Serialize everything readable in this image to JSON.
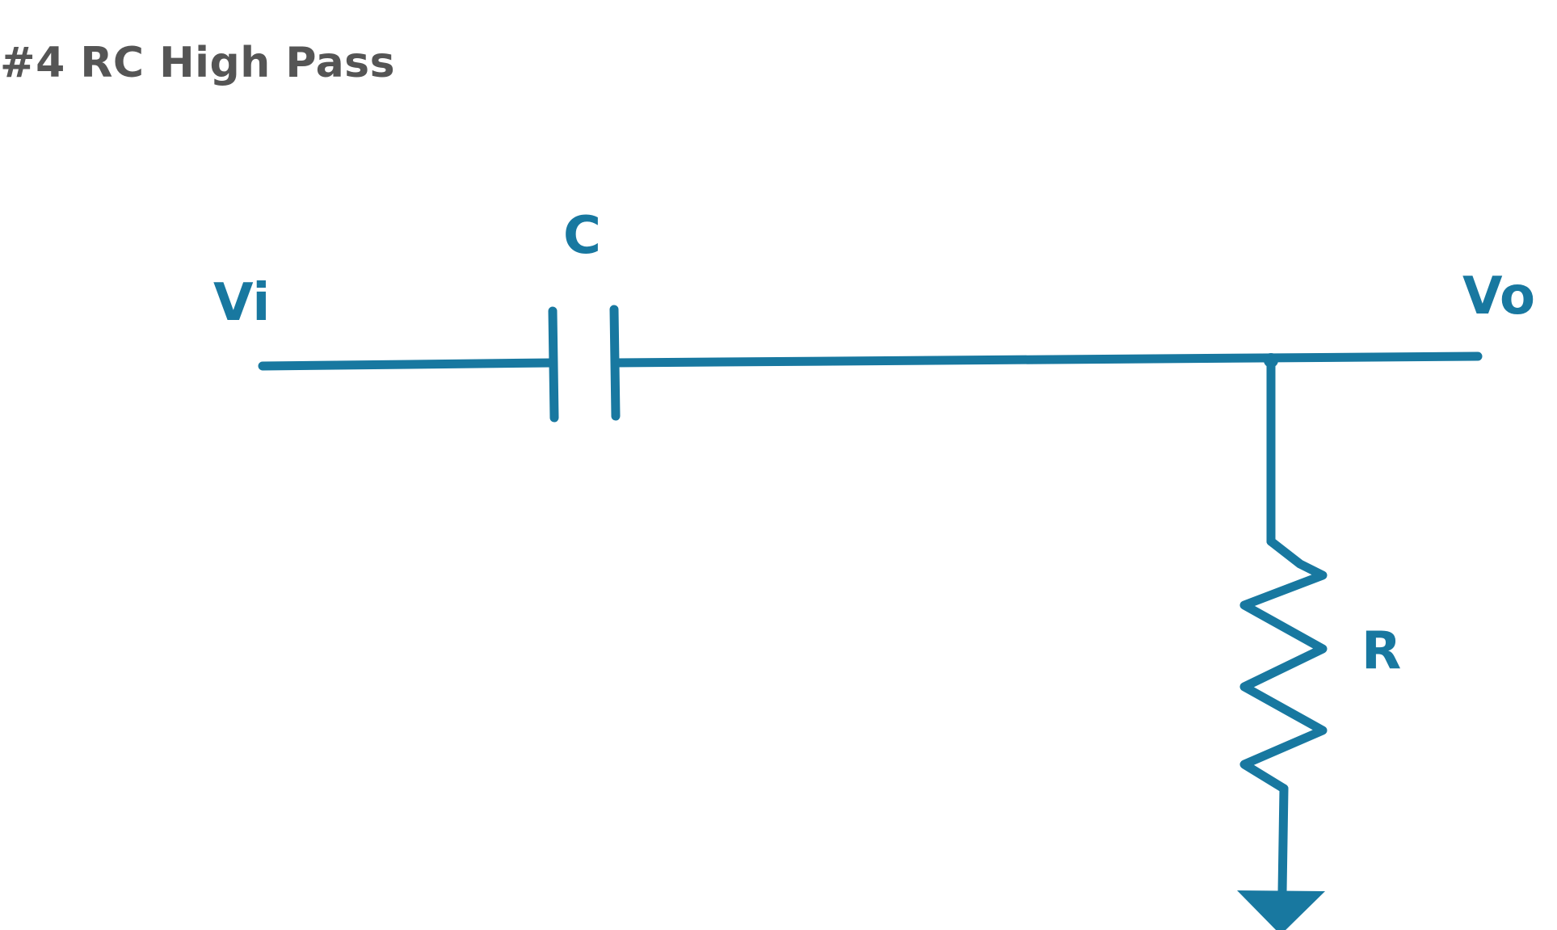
{
  "title": "#4 RC High Pass",
  "colors": {
    "title": "#555555",
    "circuit": "#1878A0",
    "background": "#FFFFFF"
  },
  "circuit": {
    "input_label": "Vi",
    "capacitor_label": "C",
    "output_label": "Vo",
    "resistor_label": "R"
  }
}
